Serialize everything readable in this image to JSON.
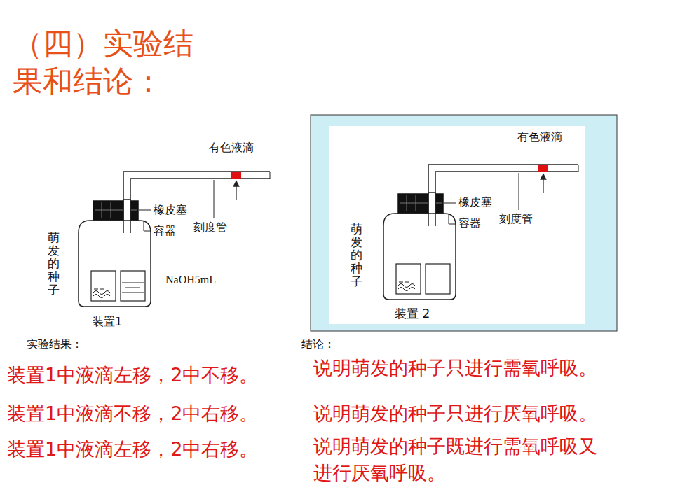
{
  "diagram": {
    "title": "（四）实验结果和结论：",
    "labels": [
      "有色液滴",
      "橡皮塞",
      "容器",
      "刻度管",
      "萌发的种子",
      "NaOH5mL",
      "装置1",
      "有色液滴",
      "橡皮塞",
      "容器",
      "刻度管",
      "萌发的种子",
      "装置 2",
      "实验结果：",
      "结论：",
      "装置1中液滴左移，2中不移。",
      "说明萌发的种子只进行需氧呼吸。",
      "装置1中液滴不移，2中右移。",
      "说明萌发的种子只进行厌氧呼吸。",
      "装置1中液滴左移，2中右移。",
      "说明萌发的种子既进行需氧呼吸又进行厌氧呼吸。"
    ]
  }
}
